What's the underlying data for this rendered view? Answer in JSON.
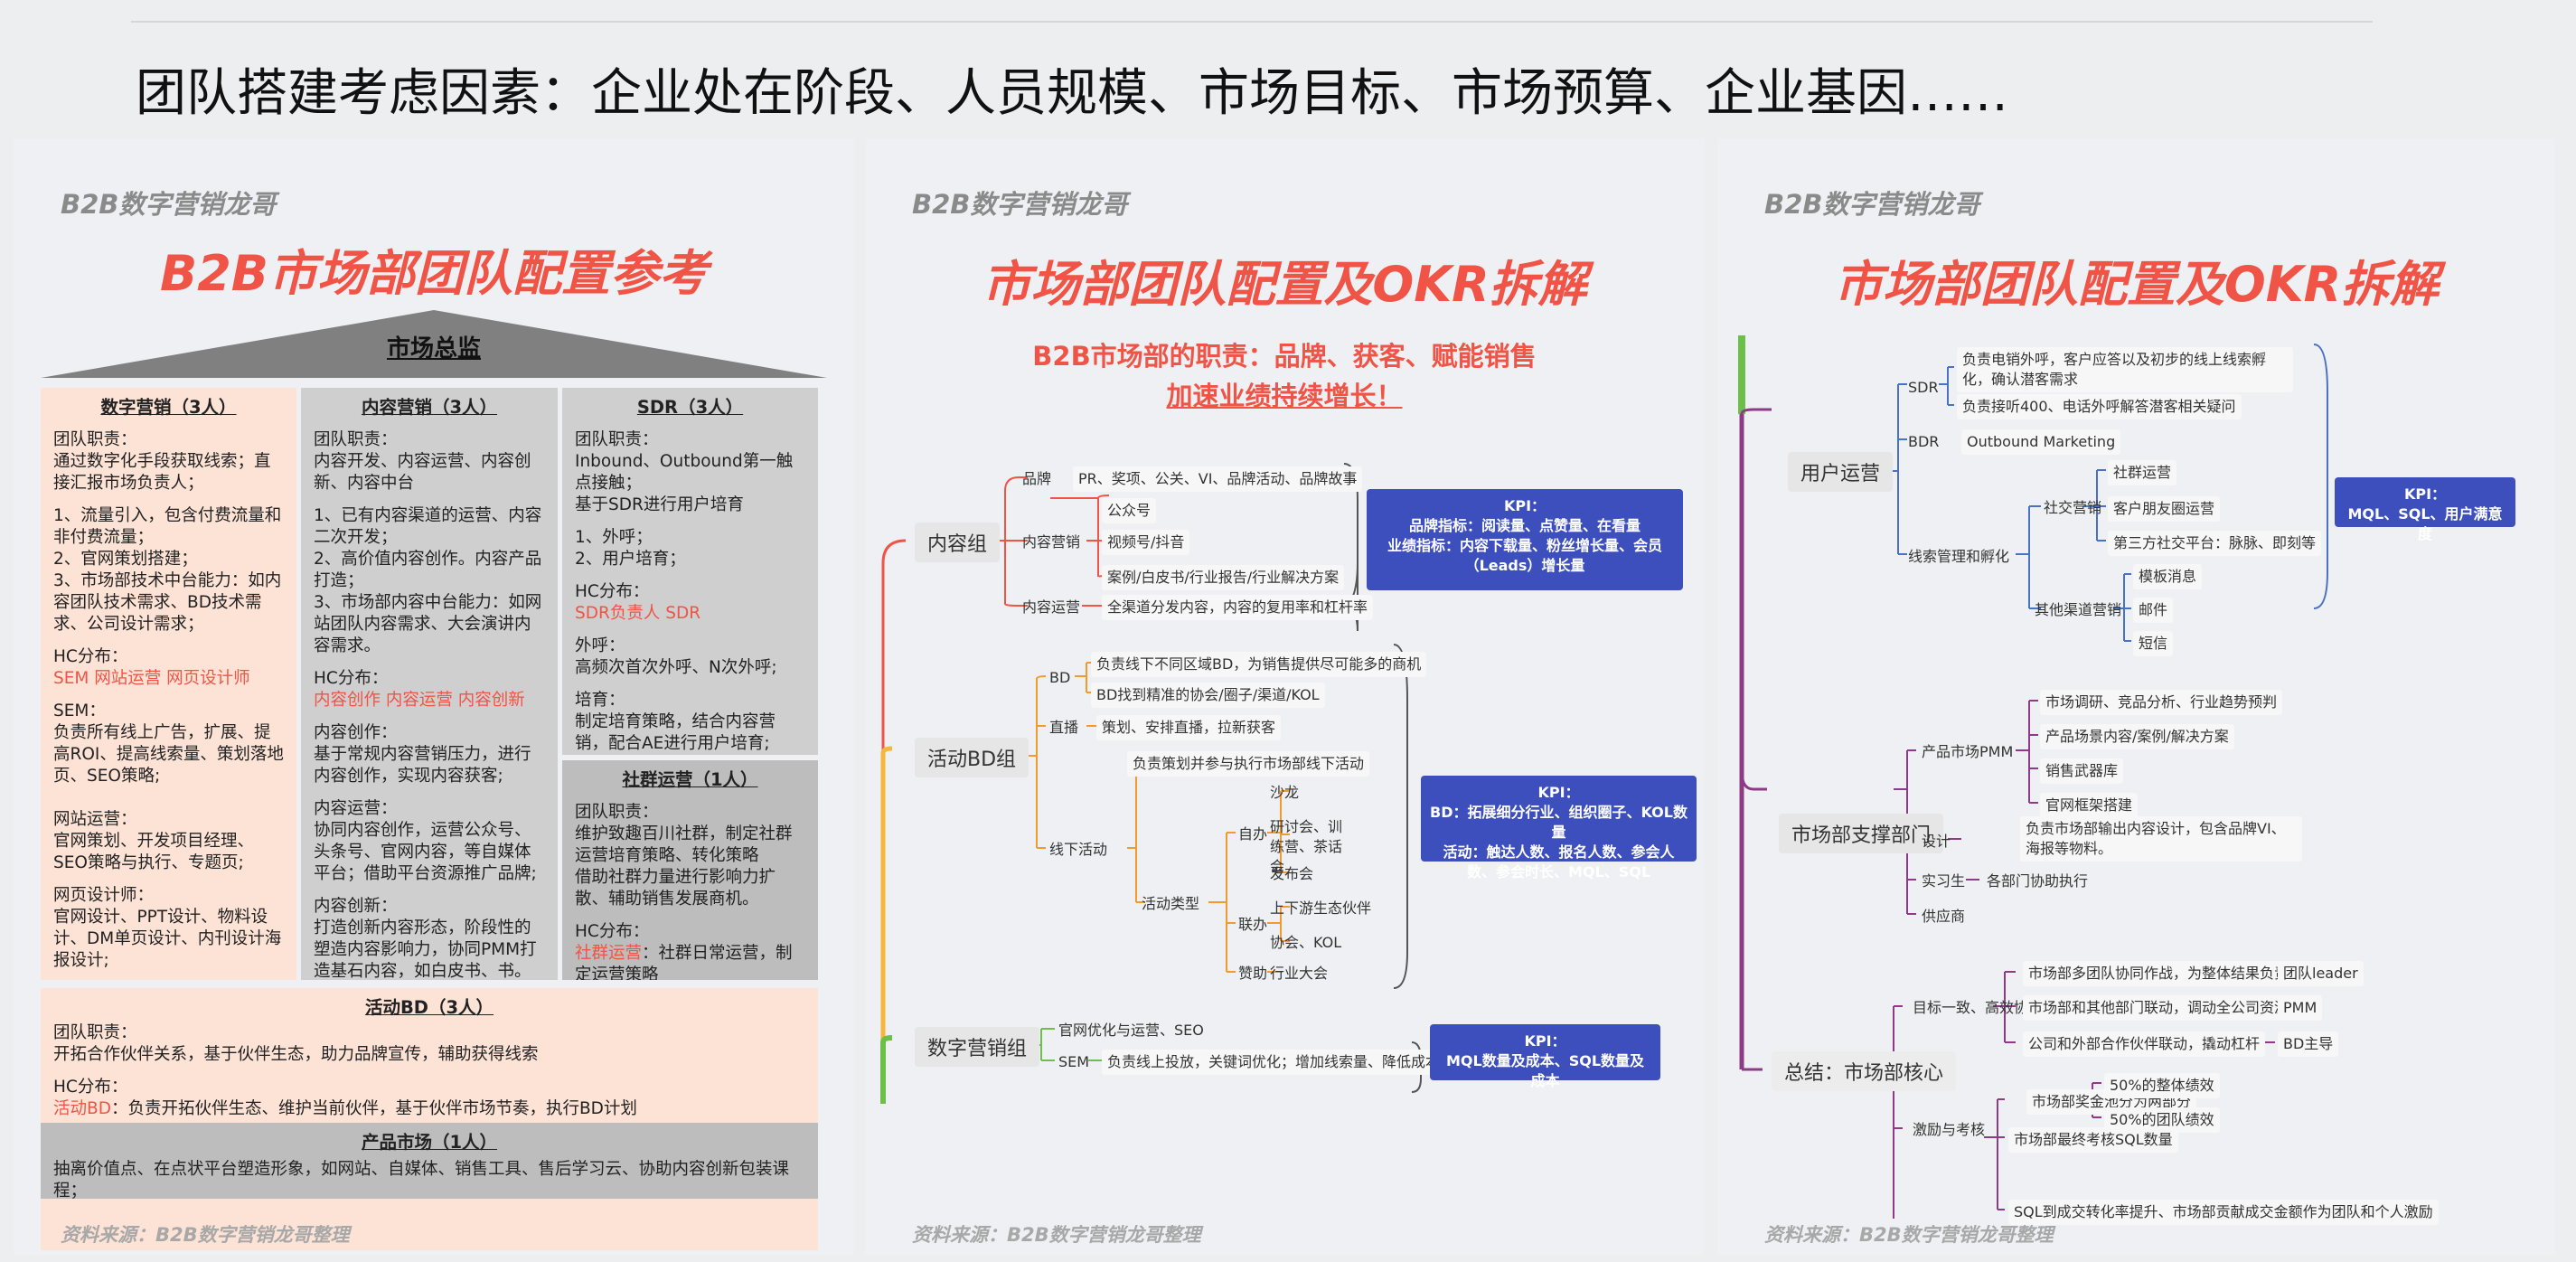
{
  "slide_title": "团队搭建考虑因素：企业处在阶段、人员规模、市场目标、市场预算、企业基因……",
  "brand": "B2B数字营销龙哥",
  "source": "资料来源：B2B数字营销龙哥整理",
  "panel1": {
    "title": "B2B市场部团队配置参考",
    "roof": "市场总监",
    "digital": {
      "header": "数字营销（3人）",
      "lines": [
        "团队职责：",
        "通过数字化手段获取线索；直接汇报市场负责人；",
        "",
        "1、流量引入，包含付费流量和非付费流量；",
        "2、官网策划搭建；",
        "3、市场部技术中台能力：如内容团队技术需求、BD技术需求、公司设计需求；",
        "",
        "HC分布："
      ],
      "hc": "SEM 网站运营 网页设计师",
      "lines2": [
        "",
        "SEM：",
        "负责所有线上广告，扩展、提高ROI、提高线索量、策划落地页、SEO策略;",
        "",
        "",
        "网站运营：",
        "官网策划、开发项目经理、SEO策略与执行、专题页;",
        "",
        "网页设计师：",
        "官网设计、PPT设计、物料设计、DM单页设计、内刊设计海报设计;"
      ]
    },
    "content": {
      "header": "内容营销（3人）",
      "lines": [
        "团队职责：",
        "内容开发、内容运营、内容创新、内容中台",
        "",
        "1、已有内容渠道的运营、内容二次开发；",
        "2、高价值内容创作。内容产品打造；",
        "3、市场部内容中台能力：如网站团队内容需求、大会演讲内容需求。",
        "",
        "HC分布："
      ],
      "hc": "内容创作 内容运营 内容创新",
      "lines2": [
        "",
        "内容创作：",
        "基于常规内容营销压力，进行内容创作，实现内容获客;",
        "",
        "内容运营：",
        "协同内容创作，运营公众号、头条号、官网内容，等自媒体平台；借助平台资源推广品牌;",
        "",
        "内容创新：",
        "打造创新内容形态，阶段性的塑造内容影响力，协同PMM打造基石内容，如白皮书、书。课程;"
      ]
    },
    "sdr": {
      "header": "SDR（3人）",
      "lines": [
        "团队职责：",
        "Inbound、Outbound第一触点接触；",
        "基于SDR进行用户培育",
        "",
        "1、外呼；",
        "2、用户培育；",
        "",
        "HC分布："
      ],
      "hc": "SDR负责人 SDR",
      "lines2": [
        "",
        "外呼：",
        "高频次首次外呼、N次外呼;",
        "",
        "培育：",
        "制定培育策略，结合内容营销，配合AE进行用户培育;"
      ]
    },
    "community": {
      "header": "社群运营（1人）",
      "lines": [
        "团队职责：",
        "维护致趣百川社群，制定社群运营培育策略、转化策略",
        "借助社群力量进行影响力扩散、辅助销售发展商机。",
        "",
        "HC分布："
      ],
      "hc": "社群运营",
      "hc_tail": "：社群日常运营，制定运营策略"
    },
    "bd": {
      "header": "活动BD（3人）",
      "lines": [
        "团队职责：",
        "开拓合作伙伴关系，基于伙伴生态，助力品牌宣传，辅助获得线索",
        "",
        "HC分布："
      ],
      "hc": "活动BD",
      "hc_tail": "：负责开拓伙伴生态、维护当前伙伴，基于伙伴市场节奏，执行BD计划"
    },
    "product": {
      "header": "产品市场（1人）",
      "lines": [
        "抽离价值点、在点状平台塑造形象，如网站、自媒体、销售工具、售后学习云、协助内容创新包装课程；"
      ]
    }
  },
  "panel2": {
    "title": "市场部团队配置及OKR拆解",
    "duty1": "B2B市场部的职责：品牌、获客、赋能销售",
    "duty2": "加速业绩持续增长！",
    "content_group": "内容组",
    "brand_label": "品牌",
    "brand_desc": "PR、奖项、公关、VI、品牌活动、品牌故事",
    "content_mkt": "内容营销",
    "public_account": "公众号",
    "video": "视频号/抖音",
    "cases": "案例/白皮书/行业报告/行业解决方案",
    "content_ops": "内容运营",
    "content_ops_desc": "全渠道分发内容，内容的复用率和杠杆率",
    "kpi1": [
      "KPI：",
      "品牌指标：阅读量、点赞量、在看量",
      "业绩指标：内容下载量、粉丝增长量、会员（Leads）增长量"
    ],
    "event_group": "活动BD组",
    "bd_label": "BD",
    "bd1": "负责线下不同区域BD，为销售提供尽可能多的商机",
    "bd2": "BD找到精准的协会/圈子/渠道/KOL",
    "live": "直播",
    "live_desc": "策划、安排直播，拉新获客",
    "offline": "线下活动",
    "offline_desc": "负责策划并参与执行市场部线下活动",
    "event_type": "活动类型",
    "self_run": "自办",
    "salon": "沙龙",
    "seminar": "研讨会、训练营、茶话会",
    "launch": "发布会",
    "co_run": "联办",
    "partners": "上下游生态伙伴",
    "assoc": "协会、KOL",
    "sponsor": "赞助",
    "conference": "行业大会",
    "kpi2": [
      "KPI：",
      "BD：拓展细分行业、组织圈子、KOL数量",
      "活动：触达人数、报名人数、参会人数、参会时长、MQL、SQL"
    ],
    "digital_group": "数字营销组",
    "site_opt": "官网优化与运营、SEO",
    "sem": "SEM",
    "sem_desc": "负责线上投放，关键词优化；增加线索量、降低成本",
    "kpi3": [
      "KPI：",
      "MQL数量及成本、SQL数量及成本"
    ]
  },
  "panel3": {
    "title": "市场部团队配置及OKR拆解",
    "user_ops": "用户运营",
    "sdr": "SDR",
    "sdr1": "负责电销外呼，客户应答以及初步的线上线索孵化，确认潜客需求",
    "sdr2": "负责接听400、电话外呼解答潜客相关疑问",
    "bdr": "BDR",
    "bdr_desc": "Outbound Marketing",
    "lead_mgmt": "线索管理和孵化",
    "social": "社交营销",
    "community_ops": "社群运营",
    "moments": "客户朋友圈运营",
    "third_party": "第三方社交平台：脉脉、即刻等",
    "other_channels": "其他渠道营销",
    "template_msg": "模板消息",
    "email": "邮件",
    "sms": "短信",
    "kpi_user": [
      "KPI：",
      "MQL、SQL、用户满意度"
    ],
    "support": "市场部支撑部门",
    "pmm": "产品市场PMM",
    "pmm1": "市场调研、竞品分析、行业趋势预判",
    "pmm2": "产品场景内容/案例/解决方案",
    "pmm3": "销售武器库",
    "pmm4": "官网框架搭建",
    "design": "设计",
    "design_desc": "负责市场部输出内容设计，包含品牌VI、海报等物料。",
    "intern": "实习生",
    "intern_desc": "各部门协助执行",
    "supplier": "供应商",
    "summary": "总结：市场部核心",
    "goal": "目标一致、高效协同",
    "goal1": "市场部多团队协同作战，为整体结果负责",
    "goal1_r": "团队leader",
    "goal2": "市场部和其他部门联动，调动全公司资源",
    "goal2_r": "PMM",
    "goal3": "公司和外部合作伙伴联动，撬动杠杆",
    "goal3_r": "BD主导",
    "incentive": "激励与考核",
    "bonus": "市场部奖金池分为两部分",
    "bonus1": "50%的整体绩效",
    "bonus2": "50%的团队绩效",
    "final_kpi": "市场部最终考核SQL数量",
    "sql_conv": "SQL到成交转化率提升、市场部贡献成交金额作为团队和个人激励"
  },
  "colors": {
    "accent_red": "#ef5446",
    "kpi_blue": "#3d4fbd",
    "orange": "#f39a2b",
    "purple": "#8e3a86",
    "blue": "#4a72c4",
    "green": "#6cc04a"
  }
}
